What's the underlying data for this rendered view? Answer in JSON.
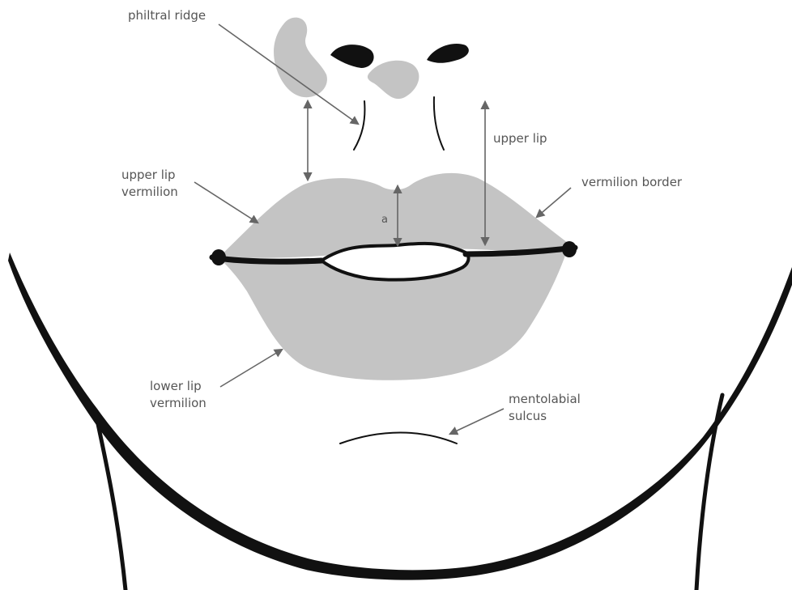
{
  "colors": {
    "lip_fill": "#c4c4c4",
    "outline": "#111111",
    "arrow": "#666666",
    "label": "#555555",
    "background": "#ffffff"
  },
  "labels": {
    "philtral_ridge": "philtral ridge",
    "upper_lip": "upper lip",
    "upper_lip_vermilion_line1": "upper lip",
    "upper_lip_vermilion_line2": "vermilion",
    "vermilion_border": "vermilion border",
    "a": "a",
    "lower_lip_vermilion_line1": "lower lip",
    "lower_lip_vermilion_line2": "vermilion",
    "mentolabial_sulcus_line1": "mentolabial",
    "mentolabial_sulcus_line2": "sulcus"
  }
}
